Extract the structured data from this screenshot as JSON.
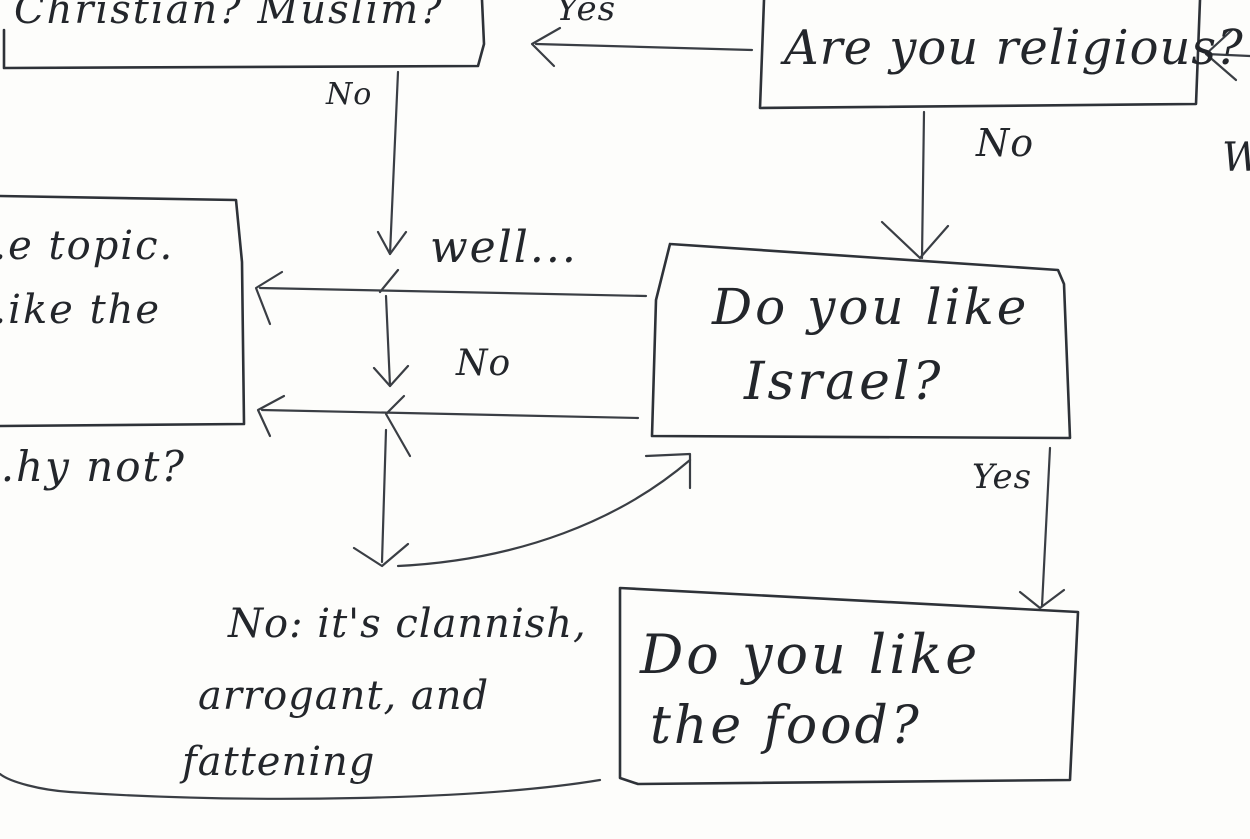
{
  "nodes": {
    "top_left_box": {
      "text": "Christian? Muslim?"
    },
    "religious_q": {
      "text": "Are you religious?"
    },
    "left_box": {
      "line1": "...e topic.",
      "line2": "...ike the"
    },
    "israel_q": {
      "line1": "Do you like",
      "line2": "Israel?"
    },
    "food_q": {
      "line1": "Do you like",
      "line2": "the food?"
    }
  },
  "labels": {
    "yes_top": "Yes",
    "no_left": "No",
    "no_right": "No",
    "well": "well...",
    "no_mid": "No",
    "why_not": "...hy not?",
    "yes_israel": "Yes",
    "w_edge": "W",
    "clannish": {
      "line1": "No: it's clannish,",
      "line2": "arrogant, and",
      "line3": "fattening"
    }
  }
}
